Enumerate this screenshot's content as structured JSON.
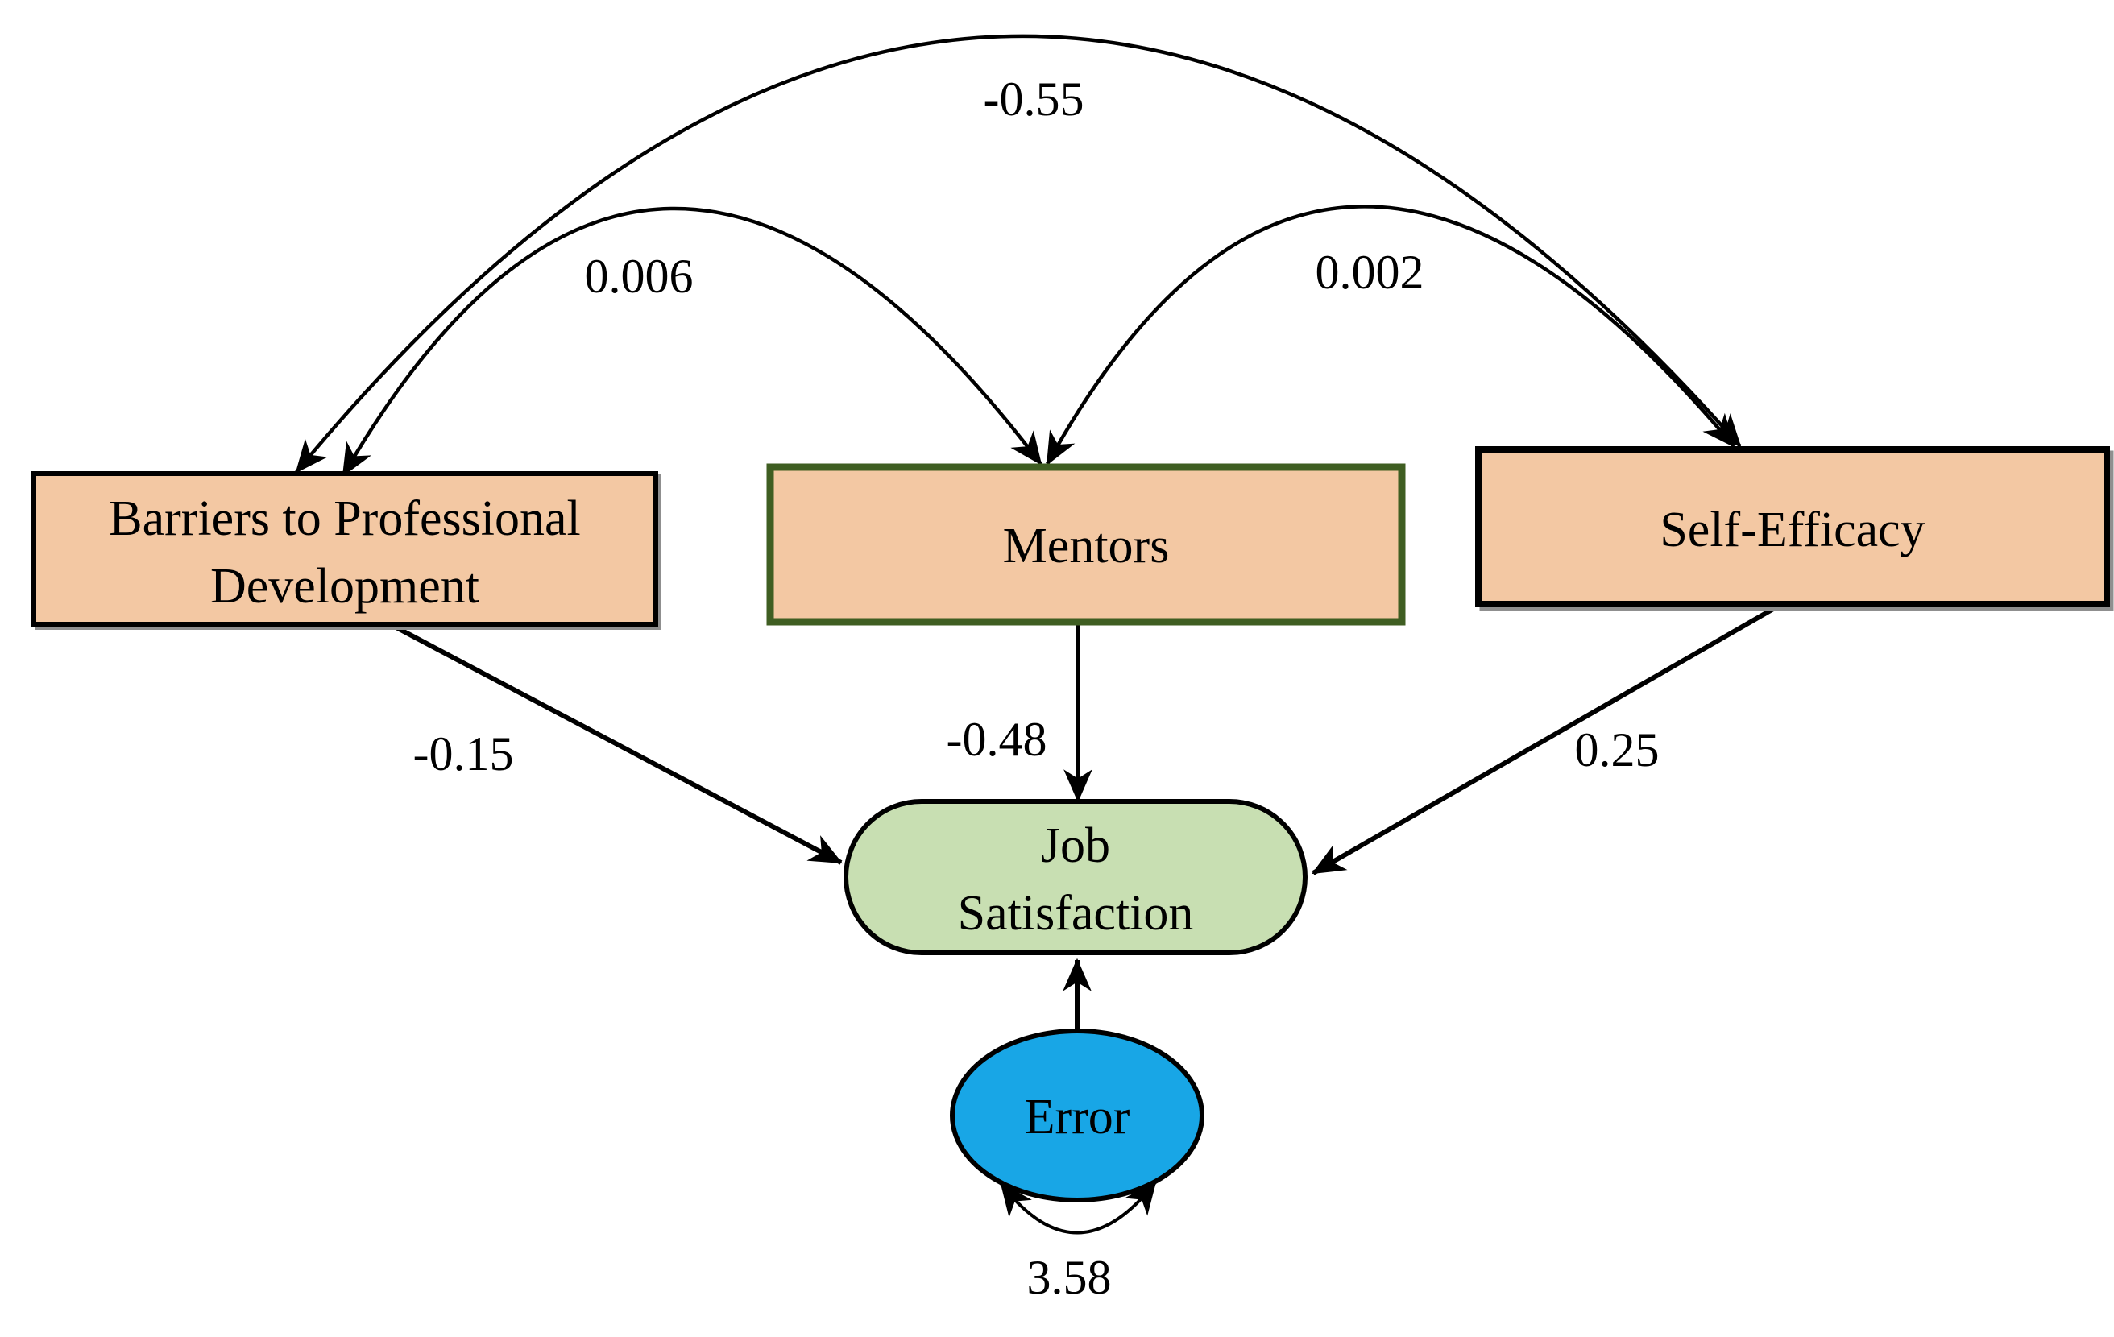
{
  "diagram": {
    "type": "path-analysis-model",
    "colors": {
      "box_fill": "#f3c8a3",
      "box_border": "#000000",
      "mentors_border": "#3f5e22",
      "outcome_fill": "#c8dfb2",
      "outcome_border": "#000000",
      "error_fill": "#18a6e6",
      "error_border": "#000000",
      "arrow": "#000000",
      "shadow": "#8f8f8f"
    },
    "nodes": {
      "barriers": {
        "line1": "Barriers to Professional",
        "line2": "Development"
      },
      "mentors": {
        "label": "Mentors"
      },
      "self_efficacy": {
        "label": "Self-Efficacy"
      },
      "job_satisfaction": {
        "line1": "Job",
        "line2": "Satisfaction"
      },
      "error": {
        "label": "Error"
      }
    },
    "coefficients": {
      "barriers_selfefficacy_cov": "-0.55",
      "barriers_mentors_cov": "0.006",
      "mentors_selfefficacy_cov": "0.002",
      "barriers_to_job": "-0.15",
      "mentors_to_job": "-0.48",
      "selfefficacy_to_job": "0.25",
      "error_variance": "3.58"
    }
  }
}
